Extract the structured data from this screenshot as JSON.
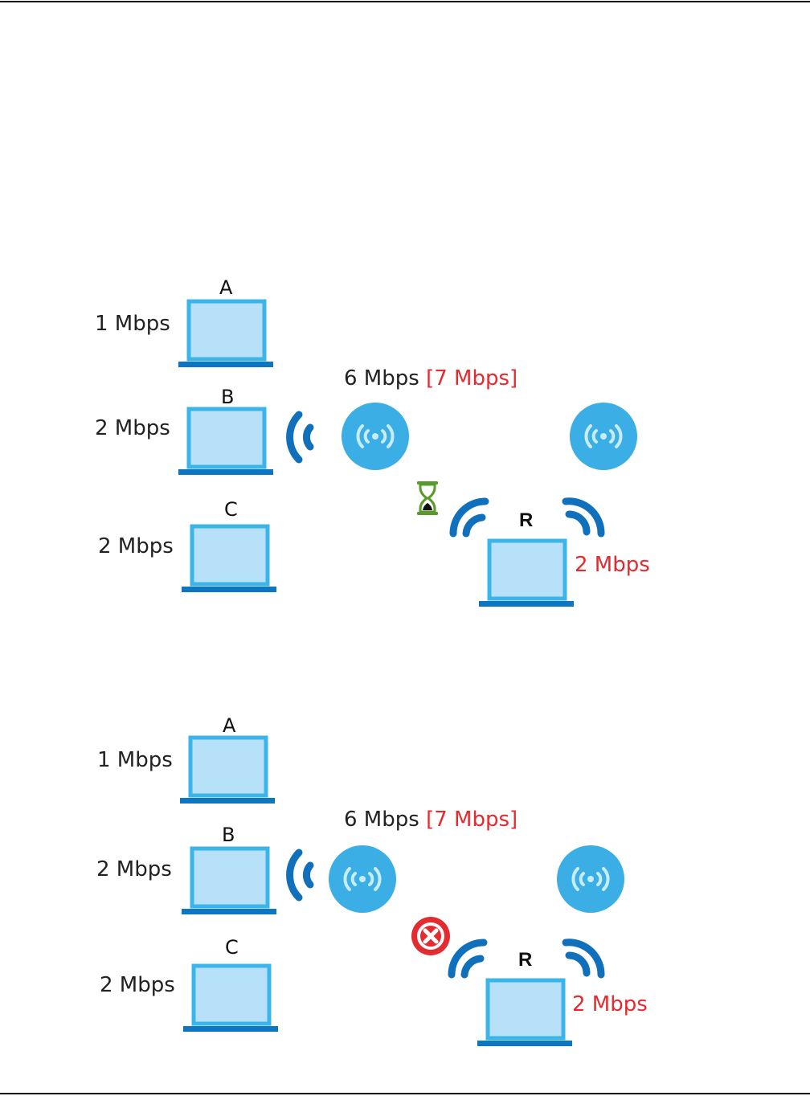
{
  "diagrams": [
    {
      "status_icon": "hourglass-icon",
      "clients": [
        {
          "letter": "A",
          "speed": "1 Mbps"
        },
        {
          "letter": "B",
          "speed": "2 Mbps"
        },
        {
          "letter": "C",
          "speed": "2 Mbps"
        }
      ],
      "ap_speed": "6 Mbps",
      "ap_speed_extra": "[7 Mbps]",
      "roaming": {
        "letter": "R",
        "speed": "2 Mbps"
      }
    },
    {
      "status_icon": "blocked-x-icon",
      "clients": [
        {
          "letter": "A",
          "speed": "1 Mbps"
        },
        {
          "letter": "B",
          "speed": "2 Mbps"
        },
        {
          "letter": "C",
          "speed": "2 Mbps"
        }
      ],
      "ap_speed": "6 Mbps",
      "ap_speed_extra": "[7 Mbps]",
      "roaming": {
        "letter": "R",
        "speed": "2 Mbps"
      }
    }
  ],
  "colors": {
    "laptop_screen": "#b6e1f8",
    "laptop_border": "#3bb4e9",
    "laptop_base": "#0d76c0",
    "wave": "#1070bb",
    "ap_disc": "#3aaee5",
    "emphasis_red": "#e32b30",
    "hourglass_green": "#5a9a2a"
  }
}
